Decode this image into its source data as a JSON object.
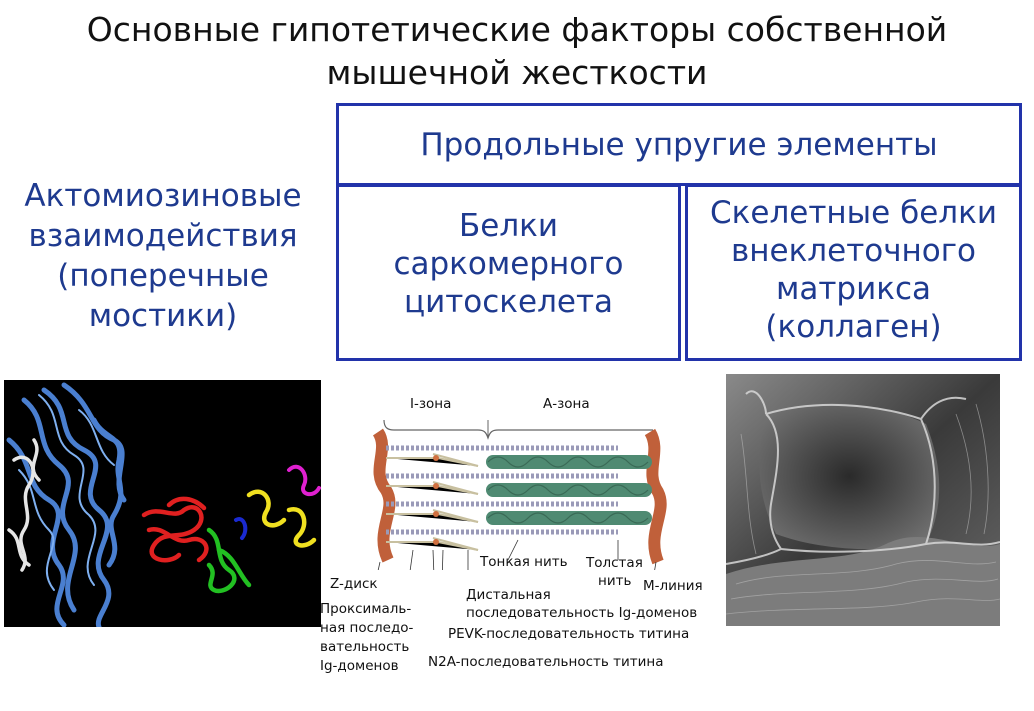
{
  "title": {
    "line1": "Основные гипотетические факторы собственной",
    "line2": "мышечной жесткости"
  },
  "left_factor": {
    "line1": "Актомиозиновые",
    "line2": "взаимодействия",
    "line3": "(поперечные",
    "line4": "мостики)"
  },
  "longitudinal_box": {
    "label": "Продольные упругие элементы"
  },
  "sarcomere_box": {
    "line1": "Белки",
    "line2": "саркомерного",
    "line3": "цитоскелета"
  },
  "ecm_box": {
    "line1": "Скелетные белки",
    "line2": "внеклеточного",
    "line3": "матрикса",
    "line4": "(коллаген)"
  },
  "sarcomere_diagram": {
    "i_zone": "I-зона",
    "a_zone": "А-зона",
    "z_disc": "Z-диск",
    "proximal_1": "Проксималь-",
    "proximal_2": "ная последо-",
    "proximal_3": "вательность",
    "proximal_4": "Ig-доменов",
    "thin_filament": "Тонкая нить",
    "thick_1": "Толстая",
    "thick_2": "нить",
    "m_line": "М-линия",
    "distal_1": "Дистальная",
    "distal_2": "последовательность Ig-доменов",
    "pevk": "PEVK-последовательность титина",
    "n2a": "N2A-последовательность титина"
  },
  "colors": {
    "title_text": "#111111",
    "label_blue": "#1e3a8f",
    "box_border": "#2233aa",
    "z_disc": "#c0603a",
    "thick_filament": "#4f8a72",
    "thin_filament": "#9a9ab8"
  }
}
